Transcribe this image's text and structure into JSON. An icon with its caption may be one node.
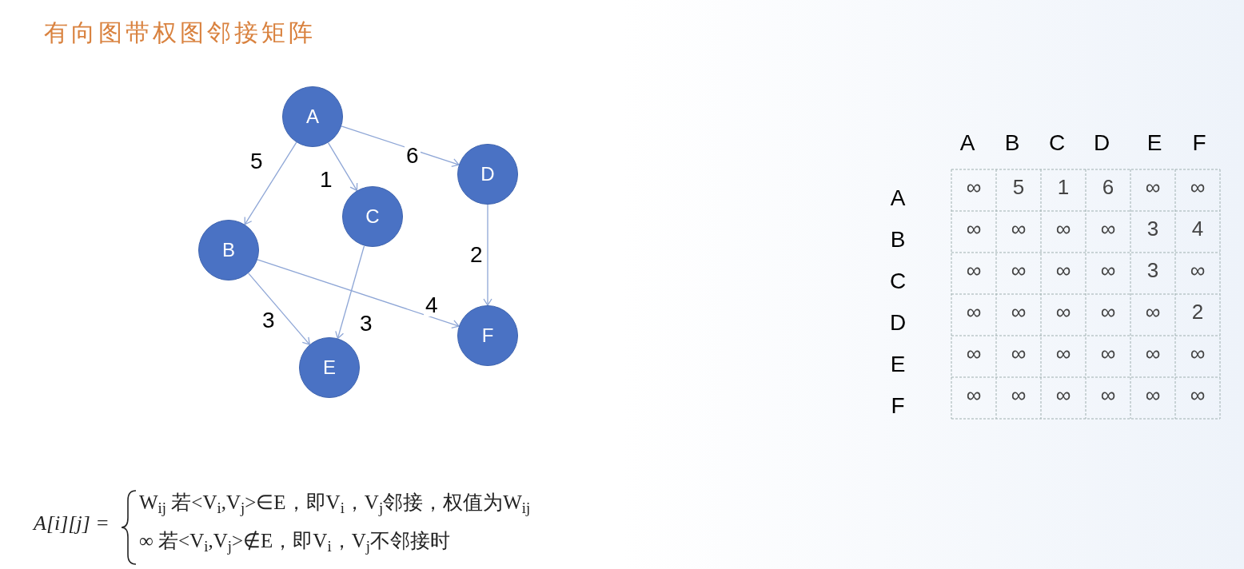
{
  "diagram": {
    "title": "有向图带权图邻接矩阵",
    "nodes": [
      {
        "text": [
          "A"
        ]
      },
      {
        "text": [
          "B"
        ]
      },
      {
        "text": [
          "C"
        ]
      },
      {
        "text": [
          "D"
        ]
      },
      {
        "text": [
          "E"
        ]
      },
      {
        "text": [
          "F"
        ]
      }
    ],
    "edges": [
      {
        "from": 0,
        "to": 1,
        "arrow": "to",
        "label": "5"
      },
      {
        "from": 0,
        "to": 2,
        "arrow": "to",
        "label": "1"
      },
      {
        "from": 0,
        "to": 3,
        "arrow": "to",
        "label": "6"
      },
      {
        "from": 3,
        "to": 5,
        "arrow": "to",
        "label": "2"
      },
      {
        "from": 1,
        "to": 4,
        "arrow": "to",
        "label": "3"
      },
      {
        "from": 2,
        "to": 4,
        "arrow": "to",
        "label": "3"
      },
      {
        "from": 1,
        "to": 5,
        "arrow": "to",
        "label": "4"
      }
    ],
    "labels": [
      "A",
      "B",
      "C",
      "D",
      "E",
      "F",
      "A",
      "B",
      "C",
      "D",
      "E",
      "F",
      "∞",
      "5",
      "1",
      "6",
      "∞",
      "∞",
      "∞",
      "∞",
      "∞",
      "∞",
      "3",
      "4",
      "∞",
      "∞",
      "∞",
      "∞",
      "3",
      "∞",
      "∞",
      "∞",
      "∞",
      "∞",
      "∞",
      "2",
      "∞",
      "∞",
      "∞",
      "∞",
      "∞",
      "∞",
      "∞",
      "∞",
      "∞",
      "∞",
      "∞",
      "∞",
      "A[i][j] =",
      "W$_{ij}$ 若<V$_{i}$,V$_{j}$>∈E，即V$_{i}$，V$_{j}$邻接，权值为W$_{ij}$",
      "∞ 若<V$_{i}$,V$_{j}$>∉E，即V$_{i}$，V$_{j}$不邻接时"
    ]
  }
}
